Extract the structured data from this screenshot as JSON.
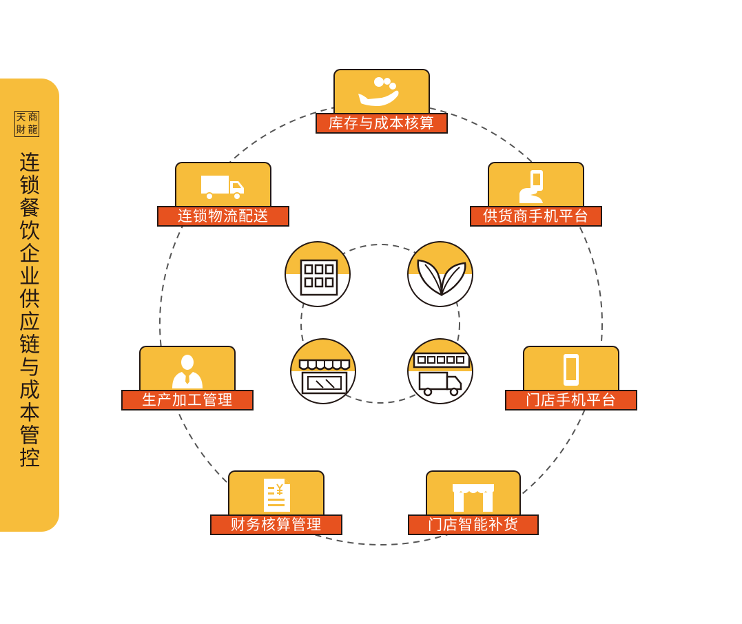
{
  "brand": {
    "logo_chars": [
      "天",
      "商",
      "財",
      "龍"
    ],
    "title": "连锁餐饮企业供应链与成本管控"
  },
  "nodes": [
    {
      "label": "库存与成本核算",
      "icon": "hand-coins-icon"
    },
    {
      "label": "供货商手机平台",
      "icon": "hand-phone-icon"
    },
    {
      "label": "门店手机平台",
      "icon": "mobile-phone-icon"
    },
    {
      "label": "门店智能补货",
      "icon": "storefront-icon"
    },
    {
      "label": "财务核算管理",
      "icon": "invoice-yuan-icon"
    },
    {
      "label": "生产加工管理",
      "icon": "worker-icon"
    },
    {
      "label": "连锁物流配送",
      "icon": "delivery-truck-icon"
    }
  ],
  "center_icons": [
    "building-icon",
    "leaf-icon",
    "shop-awning-icon",
    "logistics-truck-icon"
  ],
  "colors": {
    "accent_yellow": "#f7bd3b",
    "label_orange": "#e7521f",
    "outline": "#231815",
    "ring_dash": "#555555"
  }
}
